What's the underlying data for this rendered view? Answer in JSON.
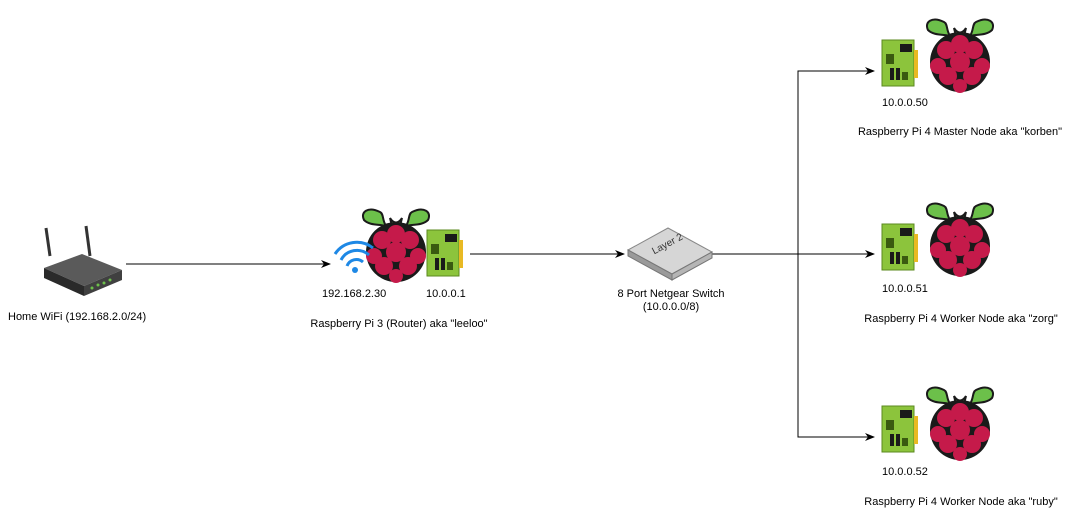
{
  "router": {
    "label": "Home WiFi (192.168.2.0/24)",
    "icon": "wifi-router-icon"
  },
  "leeloo": {
    "label": "Raspberry Pi 3 (Router) aka \"leeloo\"",
    "wifi_ip": "192.168.2.30",
    "eth_ip": "10.0.0.1",
    "icons": [
      "raspberry-pi-logo-icon",
      "wifi-icon",
      "network-card-icon"
    ]
  },
  "switch": {
    "label_line1": "8 Port Netgear Switch",
    "label_line2": "(10.0.0.0/8)",
    "device_text": "Layer 2",
    "icon": "layer-2-switch-icon"
  },
  "nodes": [
    {
      "ip": "10.0.0.50",
      "label": "Raspberry Pi 4 Master Node aka \"korben\""
    },
    {
      "ip": "10.0.0.51",
      "label": "Raspberry Pi 4 Worker Node aka \"zorg\""
    },
    {
      "ip": "10.0.0.52",
      "label": "Raspberry Pi 4 Worker Node aka \"ruby\""
    }
  ],
  "colors": {
    "pi_red": "#c51a4a",
    "pi_green": "#6cc04a",
    "pcb_green": "#8cc43c",
    "wifi_blue": "#1e88e5",
    "line": "#000000"
  }
}
